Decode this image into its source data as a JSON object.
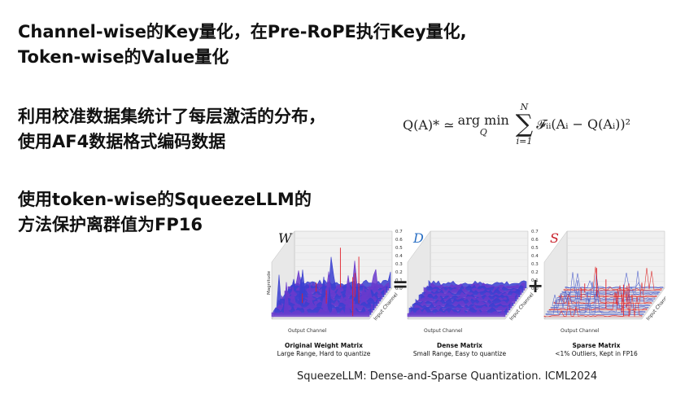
{
  "text_blocks": {
    "b1": [
      "Channel-wise的Key量化，在Pre-RoPE执行Key量化,",
      "Token-wise的Value量化"
    ],
    "b2": [
      "利用校准数据集统计了每层激活的分布，",
      "使用AF4数据格式编码数据"
    ],
    "b3": [
      "使用token-wise的SqueezeLLM的",
      "方法保护离群值为FP16"
    ]
  },
  "formula": {
    "lhs": "Q(A)* ≃",
    "argmin": "arg min",
    "argmin_sub": "Q",
    "sum_sup": "N",
    "sum_sub": "i=1",
    "body": "𝓕ᵢᵢ(Aᵢ − Q(Aᵢ))²"
  },
  "figure": {
    "panels": [
      {
        "letter": "W",
        "letter_color": "#111111",
        "title": "Original Weight Matrix",
        "subtitle": "Large Range, Hard to quantize",
        "ylabel": "Magnitude"
      },
      {
        "letter": "D",
        "letter_color": "#2a6fc4",
        "title": "Dense Matrix",
        "subtitle": "Small Range, Easy to quantize"
      },
      {
        "letter": "S",
        "letter_color": "#c8202a",
        "title": "Sparse Matrix",
        "subtitle": "<1% Outliers, Kept in FP16"
      }
    ],
    "axis_output": "Output Channel",
    "axis_input": "Input Channel",
    "ticks": [
      "0.7",
      "0.6",
      "0.5",
      "0.4",
      "0.3",
      "0.2",
      "0.1",
      "0.0"
    ],
    "eq_symbol": "=",
    "plus_symbol": "+"
  },
  "source": "SqueezeLLM: Dense-and-Sparse Quantization. ICML2024"
}
